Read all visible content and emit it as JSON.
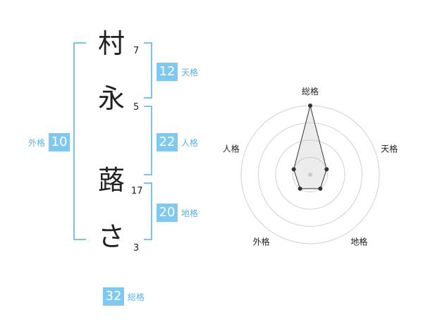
{
  "name": {
    "chars": [
      {
        "char": "村",
        "strokes": "7"
      },
      {
        "char": "永",
        "strokes": "5"
      },
      {
        "char": "蕗",
        "strokes": "17"
      },
      {
        "char": "さ",
        "strokes": "3"
      }
    ]
  },
  "fortunes": {
    "tenkaku": {
      "value": "12",
      "label": "天格"
    },
    "jinkaku": {
      "value": "22",
      "label": "人格"
    },
    "chikaku": {
      "value": "20",
      "label": "地格"
    },
    "gaikaku": {
      "value": "10",
      "label": "外格"
    },
    "soukaku": {
      "value": "32",
      "label": "総格"
    }
  },
  "colors": {
    "accent": "#7fc9f1",
    "label": "#5ab3e4",
    "bracket": "#7cc4ee"
  },
  "chart_data": {
    "type": "radar",
    "axes": [
      "総格",
      "天格",
      "地格",
      "外格",
      "人格"
    ],
    "values": [
      4,
      1,
      1,
      1,
      1
    ],
    "max": 4,
    "rings": 4
  }
}
